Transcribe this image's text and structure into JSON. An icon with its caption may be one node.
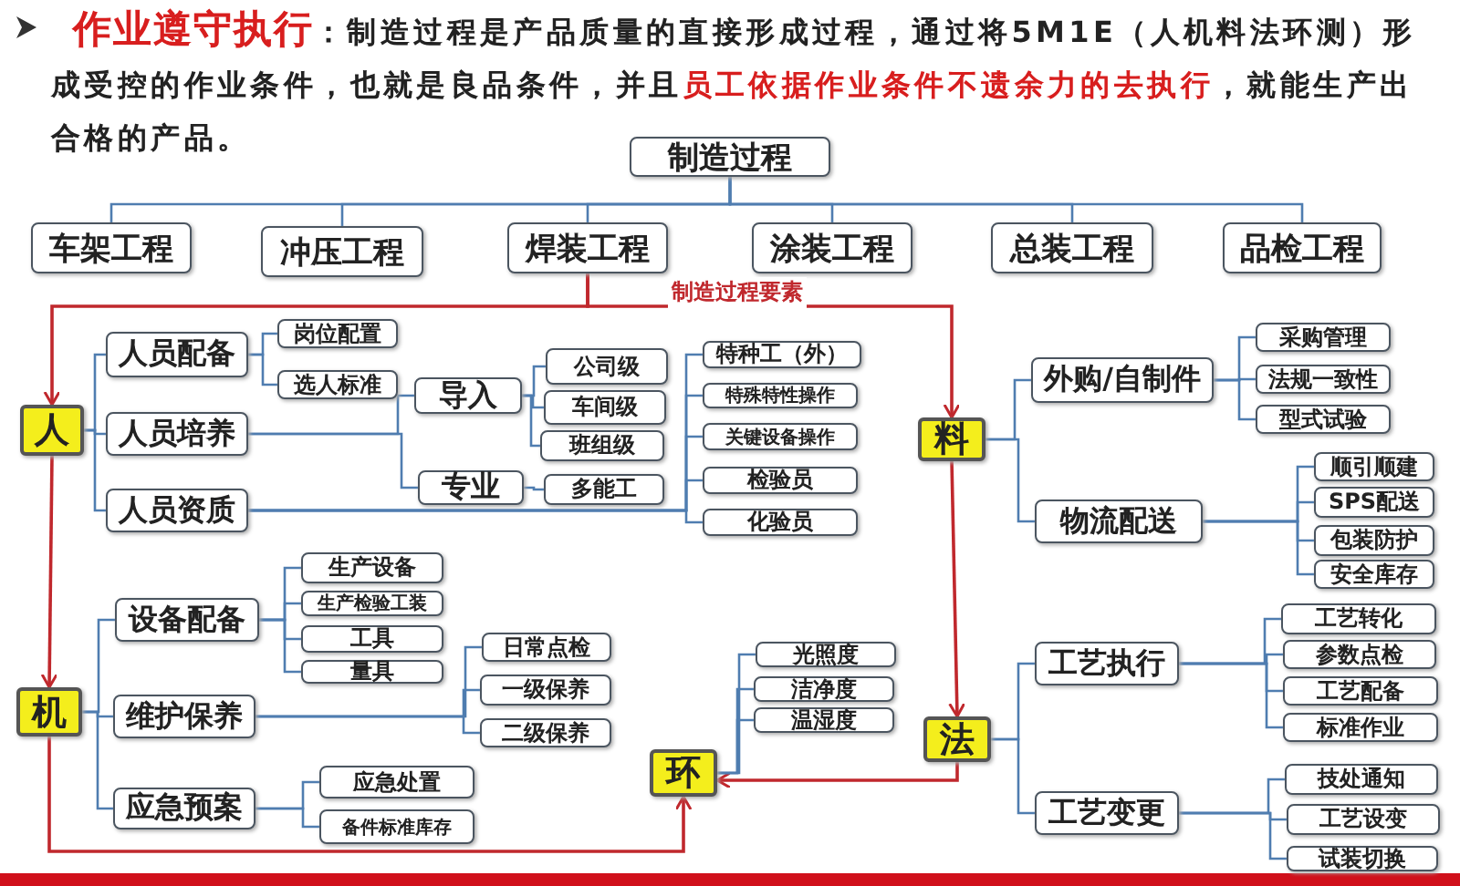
{
  "diagram": {
    "title": "**作业遵守执行**：制造过程是产品质量的直接形成过程，通过将5M1E（人机料法环测）形成受控的作业条件，也就是良品条件，并且**员工依据作业条件不遗余力的去执行**，就能生产出合格的产品。",
    "nodes": [
      {
        "text": [
          "制造过程"
        ]
      },
      {
        "text": [
          "车架工程"
        ]
      },
      {
        "text": [
          "冲压工程"
        ]
      },
      {
        "text": [
          "焊装工程"
        ]
      },
      {
        "text": [
          "涂装工程"
        ]
      },
      {
        "text": [
          "总装工程"
        ]
      },
      {
        "text": [
          "品检工程"
        ]
      },
      {
        "text": [
          "人"
        ]
      },
      {
        "text": [
          "人员配备"
        ]
      },
      {
        "text": [
          "人员培养"
        ]
      },
      {
        "text": [
          "人员资质"
        ]
      },
      {
        "text": [
          "岗位配置"
        ]
      },
      {
        "text": [
          "选人标准"
        ]
      },
      {
        "text": [
          "导入"
        ]
      },
      {
        "text": [
          "专业"
        ]
      },
      {
        "text": [
          "公司级"
        ]
      },
      {
        "text": [
          "车间级"
        ]
      },
      {
        "text": [
          "班组级"
        ]
      },
      {
        "text": [
          "多能工"
        ]
      },
      {
        "text": [
          "特种工（外）"
        ]
      },
      {
        "text": [
          "特殊特性操作"
        ]
      },
      {
        "text": [
          "关键设备操作"
        ]
      },
      {
        "text": [
          "检验员"
        ]
      },
      {
        "text": [
          "化验员"
        ]
      },
      {
        "text": [
          "料"
        ]
      },
      {
        "text": [
          "外购/自制件"
        ]
      },
      {
        "text": [
          "物流配送"
        ]
      },
      {
        "text": [
          "采购管理"
        ]
      },
      {
        "text": [
          "法规一致性"
        ]
      },
      {
        "text": [
          "型式试验"
        ]
      },
      {
        "text": [
          "顺引顺建"
        ]
      },
      {
        "text": [
          "SPS配送"
        ]
      },
      {
        "text": [
          "包装防护"
        ]
      },
      {
        "text": [
          "安全库存"
        ]
      },
      {
        "text": [
          "机"
        ]
      },
      {
        "text": [
          "设备配备"
        ]
      },
      {
        "text": [
          "维护保养"
        ]
      },
      {
        "text": [
          "应急预案"
        ]
      },
      {
        "text": [
          "生产设备"
        ]
      },
      {
        "text": [
          "生产检验工装"
        ]
      },
      {
        "text": [
          "工具"
        ]
      },
      {
        "text": [
          "量具"
        ]
      },
      {
        "text": [
          "日常点检"
        ]
      },
      {
        "text": [
          "一级保养"
        ]
      },
      {
        "text": [
          "二级保养"
        ]
      },
      {
        "text": [
          "应急处置"
        ]
      },
      {
        "text": [
          "备件标准库存"
        ]
      },
      {
        "text": [
          "环"
        ]
      },
      {
        "text": [
          "光照度"
        ]
      },
      {
        "text": [
          "洁净度"
        ]
      },
      {
        "text": [
          "温湿度"
        ]
      },
      {
        "text": [
          "法"
        ]
      },
      {
        "text": [
          "工艺执行"
        ]
      },
      {
        "text": [
          "工艺变更"
        ]
      },
      {
        "text": [
          "工艺转化"
        ]
      },
      {
        "text": [
          "参数点检"
        ]
      },
      {
        "text": [
          "工艺配备"
        ]
      },
      {
        "text": [
          "标准作业"
        ]
      },
      {
        "text": [
          "技处通知"
        ]
      },
      {
        "text": [
          "工艺设变"
        ]
      },
      {
        "text": [
          "试装切换"
        ]
      }
    ],
    "edges": [
      {
        "from": 0,
        "to": 1,
        "arrow": "none"
      },
      {
        "from": 0,
        "to": 2,
        "arrow": "none"
      },
      {
        "from": 0,
        "to": 3,
        "arrow": "none"
      },
      {
        "from": 0,
        "to": 4,
        "arrow": "none"
      },
      {
        "from": 0,
        "to": 5,
        "arrow": "none"
      },
      {
        "from": 0,
        "to": 6,
        "arrow": "none"
      },
      {
        "from": 3,
        "to": 7,
        "arrow": "to",
        "color": "#c0282d"
      },
      {
        "from": 3,
        "to": 24,
        "arrow": "to",
        "color": "#c0282d"
      },
      {
        "from": 7,
        "to": 34,
        "arrow": "to",
        "color": "#c0282d"
      },
      {
        "from": 34,
        "to": 47,
        "arrow": "to",
        "color": "#c0282d"
      },
      {
        "from": 24,
        "to": 51,
        "arrow": "to",
        "color": "#c0282d"
      },
      {
        "from": 51,
        "to": 47,
        "arrow": "to",
        "color": "#c0282d"
      },
      {
        "from": 7,
        "to": 8,
        "arrow": "none"
      },
      {
        "from": 7,
        "to": 9,
        "arrow": "none"
      },
      {
        "from": 7,
        "to": 10,
        "arrow": "none"
      },
      {
        "from": 8,
        "to": 11,
        "arrow": "none"
      },
      {
        "from": 8,
        "to": 12,
        "arrow": "none"
      },
      {
        "from": 9,
        "to": 13,
        "arrow": "none"
      },
      {
        "from": 9,
        "to": 14,
        "arrow": "none"
      },
      {
        "from": 13,
        "to": 15,
        "arrow": "none"
      },
      {
        "from": 13,
        "to": 16,
        "arrow": "none"
      },
      {
        "from": 13,
        "to": 17,
        "arrow": "none"
      },
      {
        "from": 14,
        "to": 18,
        "arrow": "none"
      },
      {
        "from": 10,
        "to": 19,
        "arrow": "none"
      },
      {
        "from": 10,
        "to": 20,
        "arrow": "none"
      },
      {
        "from": 10,
        "to": 21,
        "arrow": "none"
      },
      {
        "from": 10,
        "to": 22,
        "arrow": "none"
      },
      {
        "from": 10,
        "to": 23,
        "arrow": "none"
      },
      {
        "from": 24,
        "to": 25,
        "arrow": "none"
      },
      {
        "from": 24,
        "to": 26,
        "arrow": "none"
      },
      {
        "from": 25,
        "to": 27,
        "arrow": "none"
      },
      {
        "from": 25,
        "to": 28,
        "arrow": "none"
      },
      {
        "from": 25,
        "to": 29,
        "arrow": "none"
      },
      {
        "from": 26,
        "to": 30,
        "arrow": "none"
      },
      {
        "from": 26,
        "to": 31,
        "arrow": "none"
      },
      {
        "from": 26,
        "to": 32,
        "arrow": "none"
      },
      {
        "from": 26,
        "to": 33,
        "arrow": "none"
      },
      {
        "from": 34,
        "to": 35,
        "arrow": "none"
      },
      {
        "from": 34,
        "to": 36,
        "arrow": "none"
      },
      {
        "from": 34,
        "to": 37,
        "arrow": "none"
      },
      {
        "from": 35,
        "to": 38,
        "arrow": "none"
      },
      {
        "from": 35,
        "to": 39,
        "arrow": "none"
      },
      {
        "from": 35,
        "to": 40,
        "arrow": "none"
      },
      {
        "from": 35,
        "to": 41,
        "arrow": "none"
      },
      {
        "from": 36,
        "to": 42,
        "arrow": "none"
      },
      {
        "from": 36,
        "to": 43,
        "arrow": "none"
      },
      {
        "from": 36,
        "to": 44,
        "arrow": "none"
      },
      {
        "from": 37,
        "to": 45,
        "arrow": "none"
      },
      {
        "from": 37,
        "to": 46,
        "arrow": "none"
      },
      {
        "from": 47,
        "to": 48,
        "arrow": "none"
      },
      {
        "from": 47,
        "to": 49,
        "arrow": "none"
      },
      {
        "from": 47,
        "to": 50,
        "arrow": "none"
      },
      {
        "from": 51,
        "to": 52,
        "arrow": "none"
      },
      {
        "from": 51,
        "to": 53,
        "arrow": "none"
      },
      {
        "from": 52,
        "to": 54,
        "arrow": "none"
      },
      {
        "from": 52,
        "to": 55,
        "arrow": "none"
      },
      {
        "from": 52,
        "to": 56,
        "arrow": "none"
      },
      {
        "from": 52,
        "to": 57,
        "arrow": "none"
      },
      {
        "from": 53,
        "to": 58,
        "arrow": "none"
      },
      {
        "from": 53,
        "to": 59,
        "arrow": "none"
      },
      {
        "from": 53,
        "to": 60,
        "arrow": "none"
      }
    ],
    "labels": [
      "制造过程要素"
    ]
  }
}
